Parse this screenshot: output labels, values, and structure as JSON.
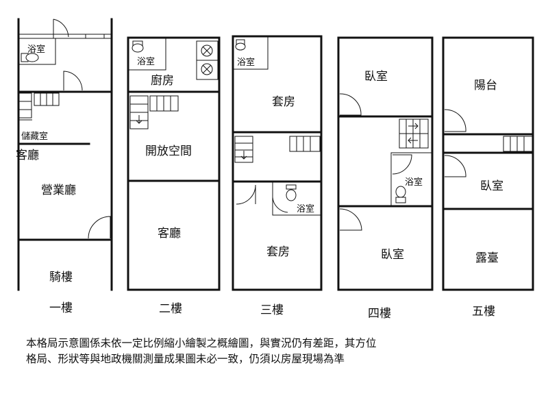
{
  "floors": [
    {
      "name": "一樓",
      "rooms": {
        "bath": "浴室",
        "storage": "儲藏室",
        "living": "客廳",
        "business": "營業廳",
        "arcade": "騎樓"
      }
    },
    {
      "name": "二樓",
      "rooms": {
        "bath": "浴室",
        "kitchen": "廚房",
        "open_space": "開放空間",
        "living": "客廳"
      }
    },
    {
      "name": "三樓",
      "rooms": {
        "bath_top": "浴室",
        "suite_top": "套房",
        "bath_mid": "浴室",
        "suite_bottom": "套房"
      }
    },
    {
      "name": "四樓",
      "rooms": {
        "bedroom_top": "臥室",
        "bath": "浴室",
        "bedroom_bottom": "臥室"
      }
    },
    {
      "name": "五樓",
      "rooms": {
        "balcony": "陽台",
        "bedroom": "臥室",
        "terrace": "露臺"
      }
    }
  ],
  "disclaimer": {
    "line1": "本格局示意圖係未依一定比例縮小繪製之概繪圖，與實況仍有差距，其方位",
    "line2": "格局、形狀等與地政機關測量成果圖未必一致，仍須以房屋現場為準"
  }
}
